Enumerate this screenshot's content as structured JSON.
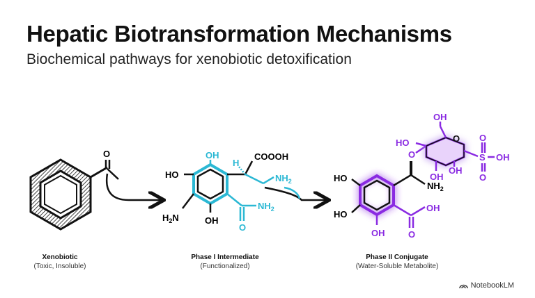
{
  "header": {
    "title": "Hepatic Biotransformation Mechanisms",
    "subtitle": "Biochemical pathways for xenobiotic detoxification"
  },
  "stages": [
    {
      "label": "Xenobiotic",
      "description": "(Toxic, Insoluble)"
    },
    {
      "label": "Phase I Intermediate",
      "description": "(Functionalized)"
    },
    {
      "label": "Phase II Conjugate",
      "description": "(Water-Soluble Metabolite)"
    }
  ],
  "xenobiotic": {
    "atoms": {
      "oxygen": "O"
    }
  },
  "phase1": {
    "atoms": {
      "oh_top": "OH",
      "ho_left": "HO",
      "h2n": "H",
      "h2n_sub": "2",
      "h2n_n": "N",
      "oh_bottom": "OH",
      "cooh": "COOOH",
      "h": "H",
      "nh2": "NH",
      "nh2_sub": "2",
      "amide_nh2": "NH",
      "amide_sub": "2",
      "amide_o": "O"
    }
  },
  "phase2": {
    "atoms": {
      "ho_top": "HO",
      "ho_mid": "HO",
      "oh_bottom": "OH",
      "nh2": "NH",
      "nh2_sub": "2",
      "oh_acid": "OH",
      "o_acid": "O",
      "sugar_oh_top": "OH",
      "sugar_ho_left": "HO",
      "sugar_o_link": "O",
      "sugar_oh_low1": "OH",
      "sugar_oh_low2": "OH",
      "sugar_ring_o": "O",
      "so3h_s": "S",
      "so3h_o_top": "O",
      "so3h_o_bottom": "O",
      "so3h_oh": "OH"
    }
  },
  "colors": {
    "phase1": "#2bb8d4",
    "phase2": "#8a2be2",
    "glow": "#c98cf5",
    "ink": "#111111"
  },
  "branding": {
    "name": "NotebookLM",
    "icon": "notebooklm-logo-icon"
  }
}
